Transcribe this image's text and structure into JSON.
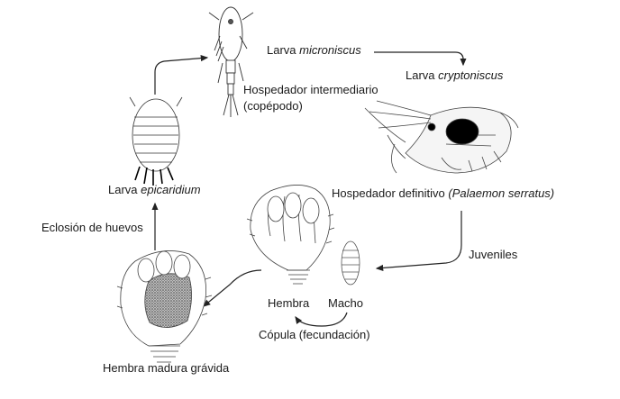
{
  "labels": {
    "micro_prefix": "Larva ",
    "micro_name": "microniscus",
    "crypto_prefix": "Larva ",
    "crypto_name": "cryptoniscus",
    "intermediate_host_line1": "Hospedador intermediario",
    "intermediate_host_line2": "(copépodo)",
    "definitive_host": "Hospedador definitivo ",
    "definitive_host_species": "(Palaemon serratus)",
    "epi_prefix": "Larva ",
    "epi_name": "epicaridium",
    "hatching": "Eclosión de huevos",
    "juveniles": "Juveniles",
    "female": "Hembra",
    "male": "Macho",
    "copulation": "Cópula (fecundación)",
    "gravid_female": "Hembra madura grávida"
  },
  "icons": [
    "copepod-icon",
    "shrimp-icon",
    "epicaridium-larva-icon",
    "female-isopod-icon",
    "male-isopod-icon",
    "gravid-female-icon"
  ]
}
